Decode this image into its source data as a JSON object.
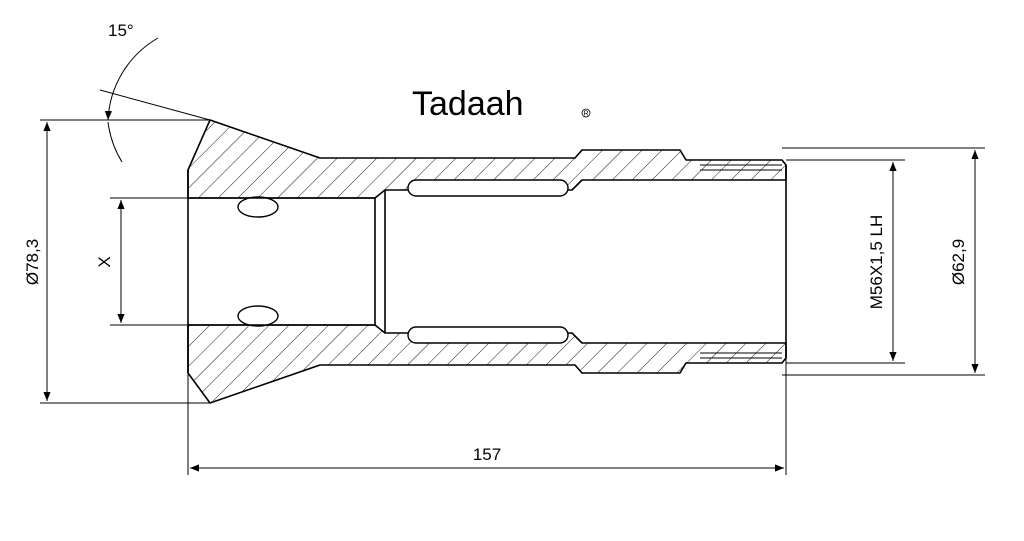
{
  "drawing": {
    "brand_logo": "Tadaah",
    "brand_mark": "R",
    "dimensions": {
      "taper_angle": "15°",
      "outer_diameter": "Ø78,3",
      "bore_size": "X",
      "overall_length": "157",
      "thread": "M56X1,5 LH",
      "body_diameter": "Ø62,9"
    }
  }
}
